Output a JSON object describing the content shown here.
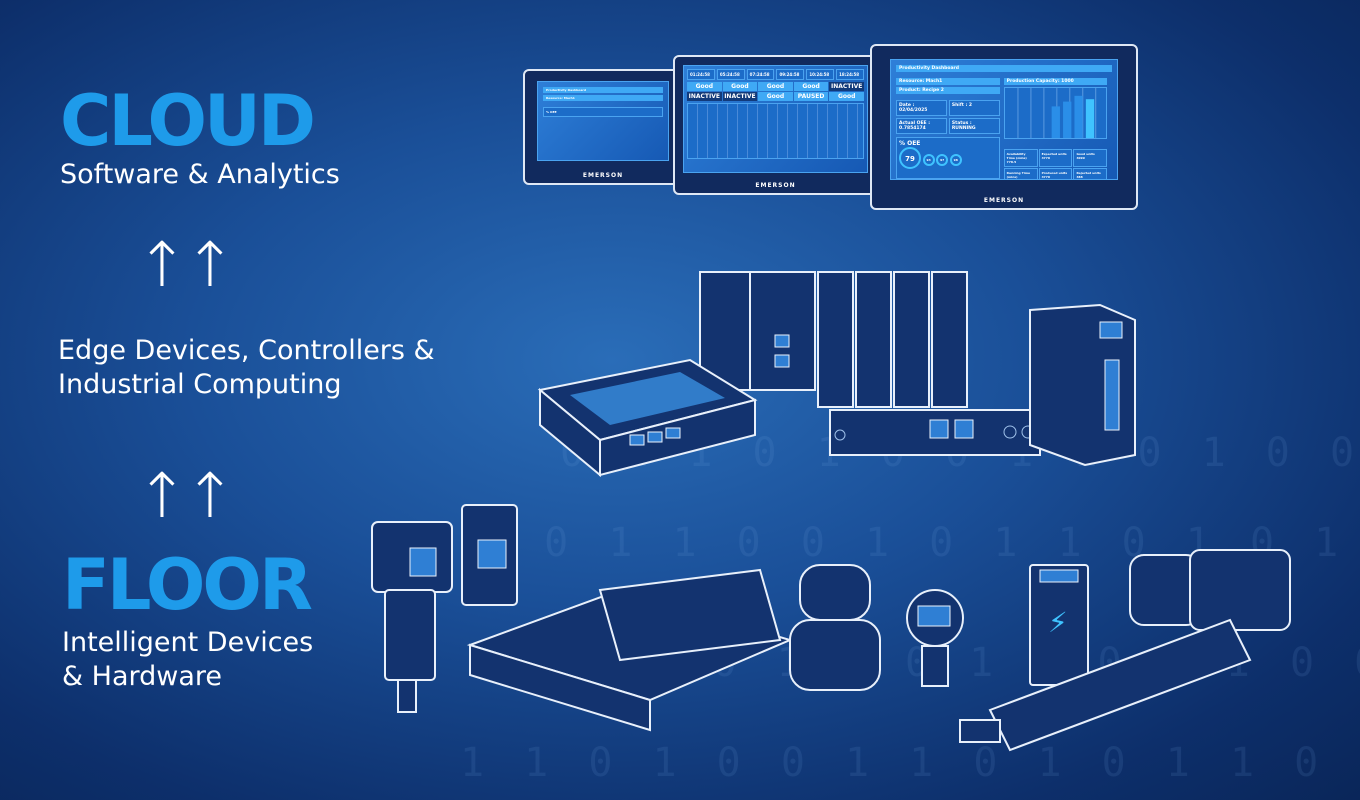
{
  "cloud": {
    "title": "CLOUD",
    "subtitle": "Software & Analytics"
  },
  "edge": {
    "line1": "Edge Devices, Controllers &",
    "line2": "Industrial Computing"
  },
  "floor": {
    "title": "FLOOR",
    "line1": "Intelligent Devices",
    "line2": "& Hardware"
  },
  "arrow_glyph": "↑↑",
  "background_binary": [
    "0 1 1 0 1 0 0 1 1 0 1 0 0 1 1",
    "1 0 1 1 0 0 1 0 1 1 0 1 0 1",
    "0 0 1 0 1 1 0 1 0 0 1 1 0 0 1",
    "1 1 0 1 0 0 1 1 0 1 0 1 1 0"
  ],
  "dashboard": {
    "title": "Productivity Dashboard",
    "resource": "Resource: Mach1",
    "product": "Product: Recipe 2",
    "capacity": "Production Capacity: 1000",
    "date": "Date : 02/04/2025",
    "shift": "Shift : 2",
    "oee_actual": "Actual OEE : 0.7854174",
    "status": "Status : RUNNING",
    "oee_label": "% OEE",
    "oee_value": "79",
    "small_gauges": [
      "93",
      "97",
      "98"
    ],
    "stats": [
      {
        "label": "Availability Time (mins)",
        "value": "778.5"
      },
      {
        "label": "Expected units",
        "value": "4770"
      },
      {
        "label": "Good units",
        "value": "4099"
      },
      {
        "label": "Running Time (mins)",
        "value": "150"
      },
      {
        "label": "Produced units",
        "value": "4770"
      },
      {
        "label": "Rejected units",
        "value": "488"
      }
    ],
    "bars": [
      0.7,
      0.8,
      0.92,
      0.85
    ]
  },
  "timeline": {
    "times": [
      "01:24:58",
      "05:24:58",
      "07:24:58",
      "09:24:58",
      "10:24:58",
      "18:24:58"
    ],
    "statuses": [
      "Good",
      "Good",
      "Good",
      "Good",
      "INACTIVE",
      "INACTIVE",
      "INACTIVE",
      "Good",
      "PAUSED",
      "Good"
    ]
  },
  "brand": "EMERSON"
}
